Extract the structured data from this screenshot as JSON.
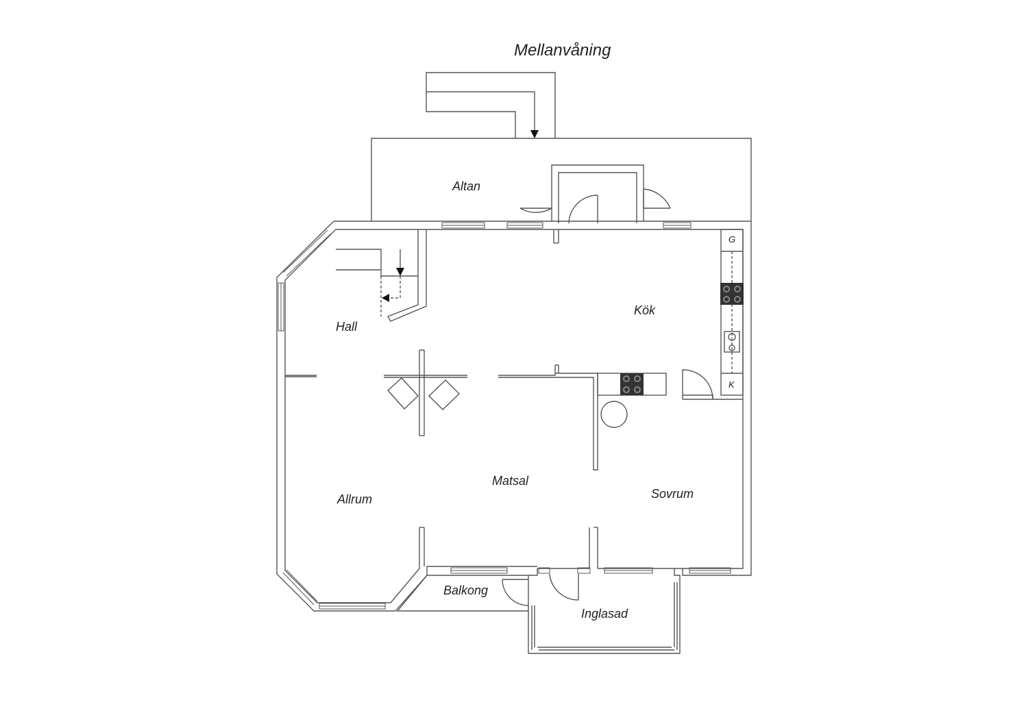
{
  "title": "Mellanvåning",
  "rooms": {
    "altan": "Altan",
    "hall": "Hall",
    "kok": "Kök",
    "allrum": "Allrum",
    "matsal": "Matsal",
    "sovrum": "Sovrum",
    "balkong": "Balkong",
    "inglasad": "Inglasad"
  },
  "appliances": {
    "g": "G",
    "k": "K"
  },
  "colors": {
    "line": "#555555",
    "fill": "#ffffff",
    "text": "#222222",
    "stove": "#333333"
  }
}
